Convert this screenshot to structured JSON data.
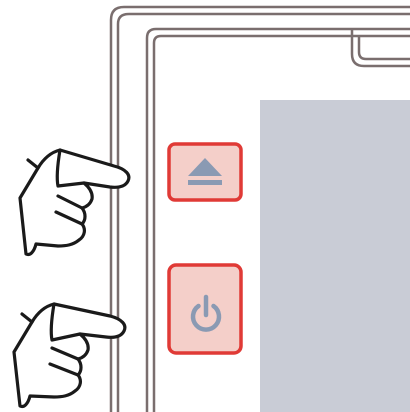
{
  "illustration": {
    "subject": "device-side-panel",
    "buttons": [
      {
        "name": "eject-button",
        "icon": "eject-icon",
        "highlighted": true
      },
      {
        "name": "power-button",
        "icon": "power-icon",
        "highlighted": true
      }
    ],
    "pointers": [
      {
        "name": "hand-pointer-eject",
        "icon": "pointing-hand-icon"
      },
      {
        "name": "hand-pointer-power",
        "icon": "pointing-hand-icon"
      }
    ],
    "colors": {
      "frame": "#7a6e6e",
      "button_fill": "#f4cfc9",
      "button_border": "#e03a36",
      "icon": "#8a9ab3",
      "screen": "#c9ccd6",
      "hand_stroke": "#1a1a1a"
    }
  }
}
